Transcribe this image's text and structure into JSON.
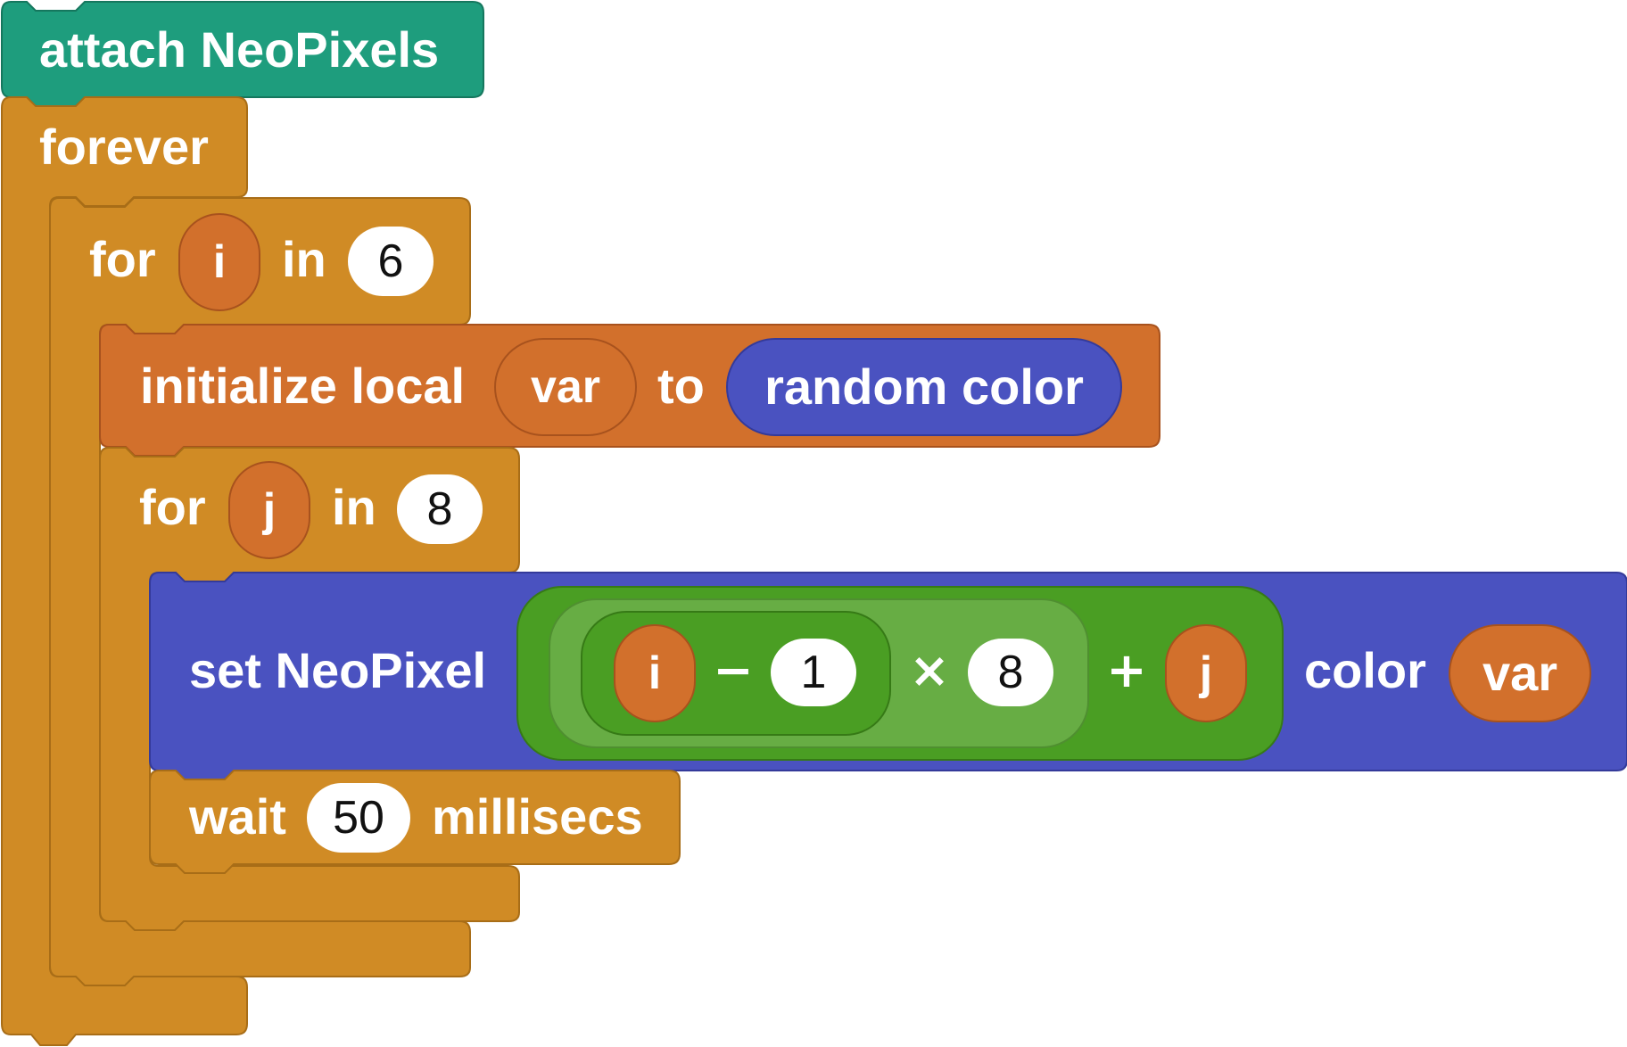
{
  "colors": {
    "attach_block": "#1e9d7d",
    "control_block": "#d08b25",
    "variable_block": "#d2702c",
    "neopixel_block": "#4a52c0",
    "math_block_outer": "#4a9e23",
    "math_block_middle": "#67ad44"
  },
  "attach": {
    "label": "attach NeoPixels"
  },
  "forever": {
    "label": "forever"
  },
  "for_i": {
    "keyword": "for",
    "var": "i",
    "in": "in",
    "count": "6"
  },
  "init_local": {
    "label": "initialize local",
    "var": "var",
    "to": "to",
    "value": "random color"
  },
  "for_j": {
    "keyword": "for",
    "var": "j",
    "in": "in",
    "count": "8"
  },
  "set_pixel": {
    "label": "set NeoPixel",
    "expr": {
      "a": "i",
      "minus": "−",
      "b": "1",
      "times": "×",
      "c": "8",
      "plus": "+",
      "d": "j"
    },
    "color_label": "color",
    "color_var": "var"
  },
  "wait": {
    "label": "wait",
    "value": "50",
    "unit": "millisecs"
  }
}
